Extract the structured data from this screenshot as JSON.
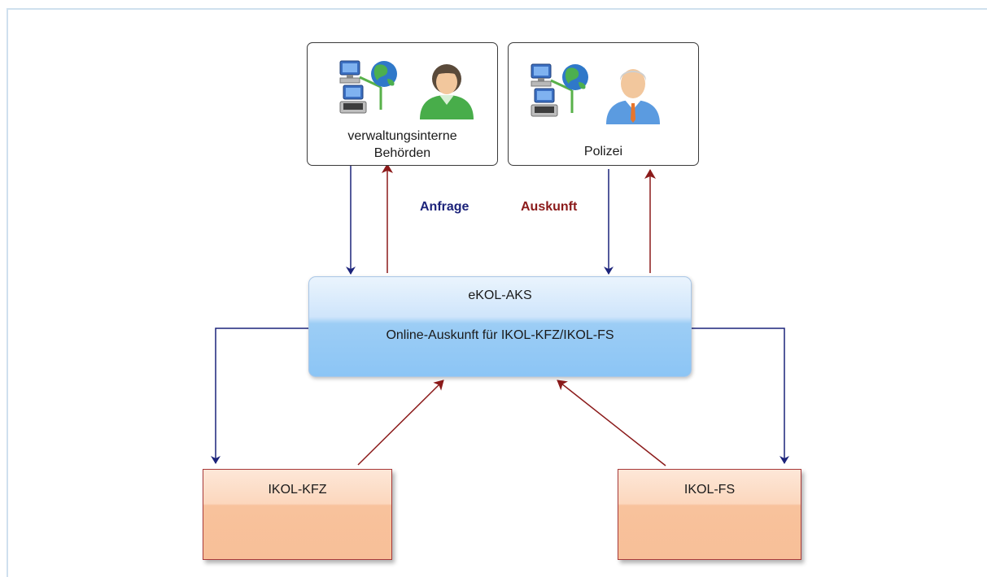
{
  "nodes": {
    "verwaltung": {
      "line1": "verwaltungsinterne",
      "line2": "Behörden"
    },
    "polizei": {
      "label": "Polizei"
    },
    "center": {
      "title": "eKOL-AKS",
      "subtitle": "Online-Auskunft für IKOL-KFZ/IKOL-FS"
    },
    "kfz": {
      "label": "IKOL-KFZ"
    },
    "fs": {
      "label": "IKOL-FS"
    }
  },
  "edge_labels": {
    "anfrage": "Anfrage",
    "auskunft": "Auskunft"
  },
  "colors": {
    "request_arrow": "#1c237a",
    "response_arrow": "#8b1a1a",
    "anfrage_text": "#1c237a",
    "auskunft_text": "#8b1a1a"
  },
  "icons": {
    "verwaltung": [
      "network-computers-icon",
      "person-woman-icon"
    ],
    "polizei": [
      "network-computers-icon",
      "person-man-icon"
    ]
  }
}
